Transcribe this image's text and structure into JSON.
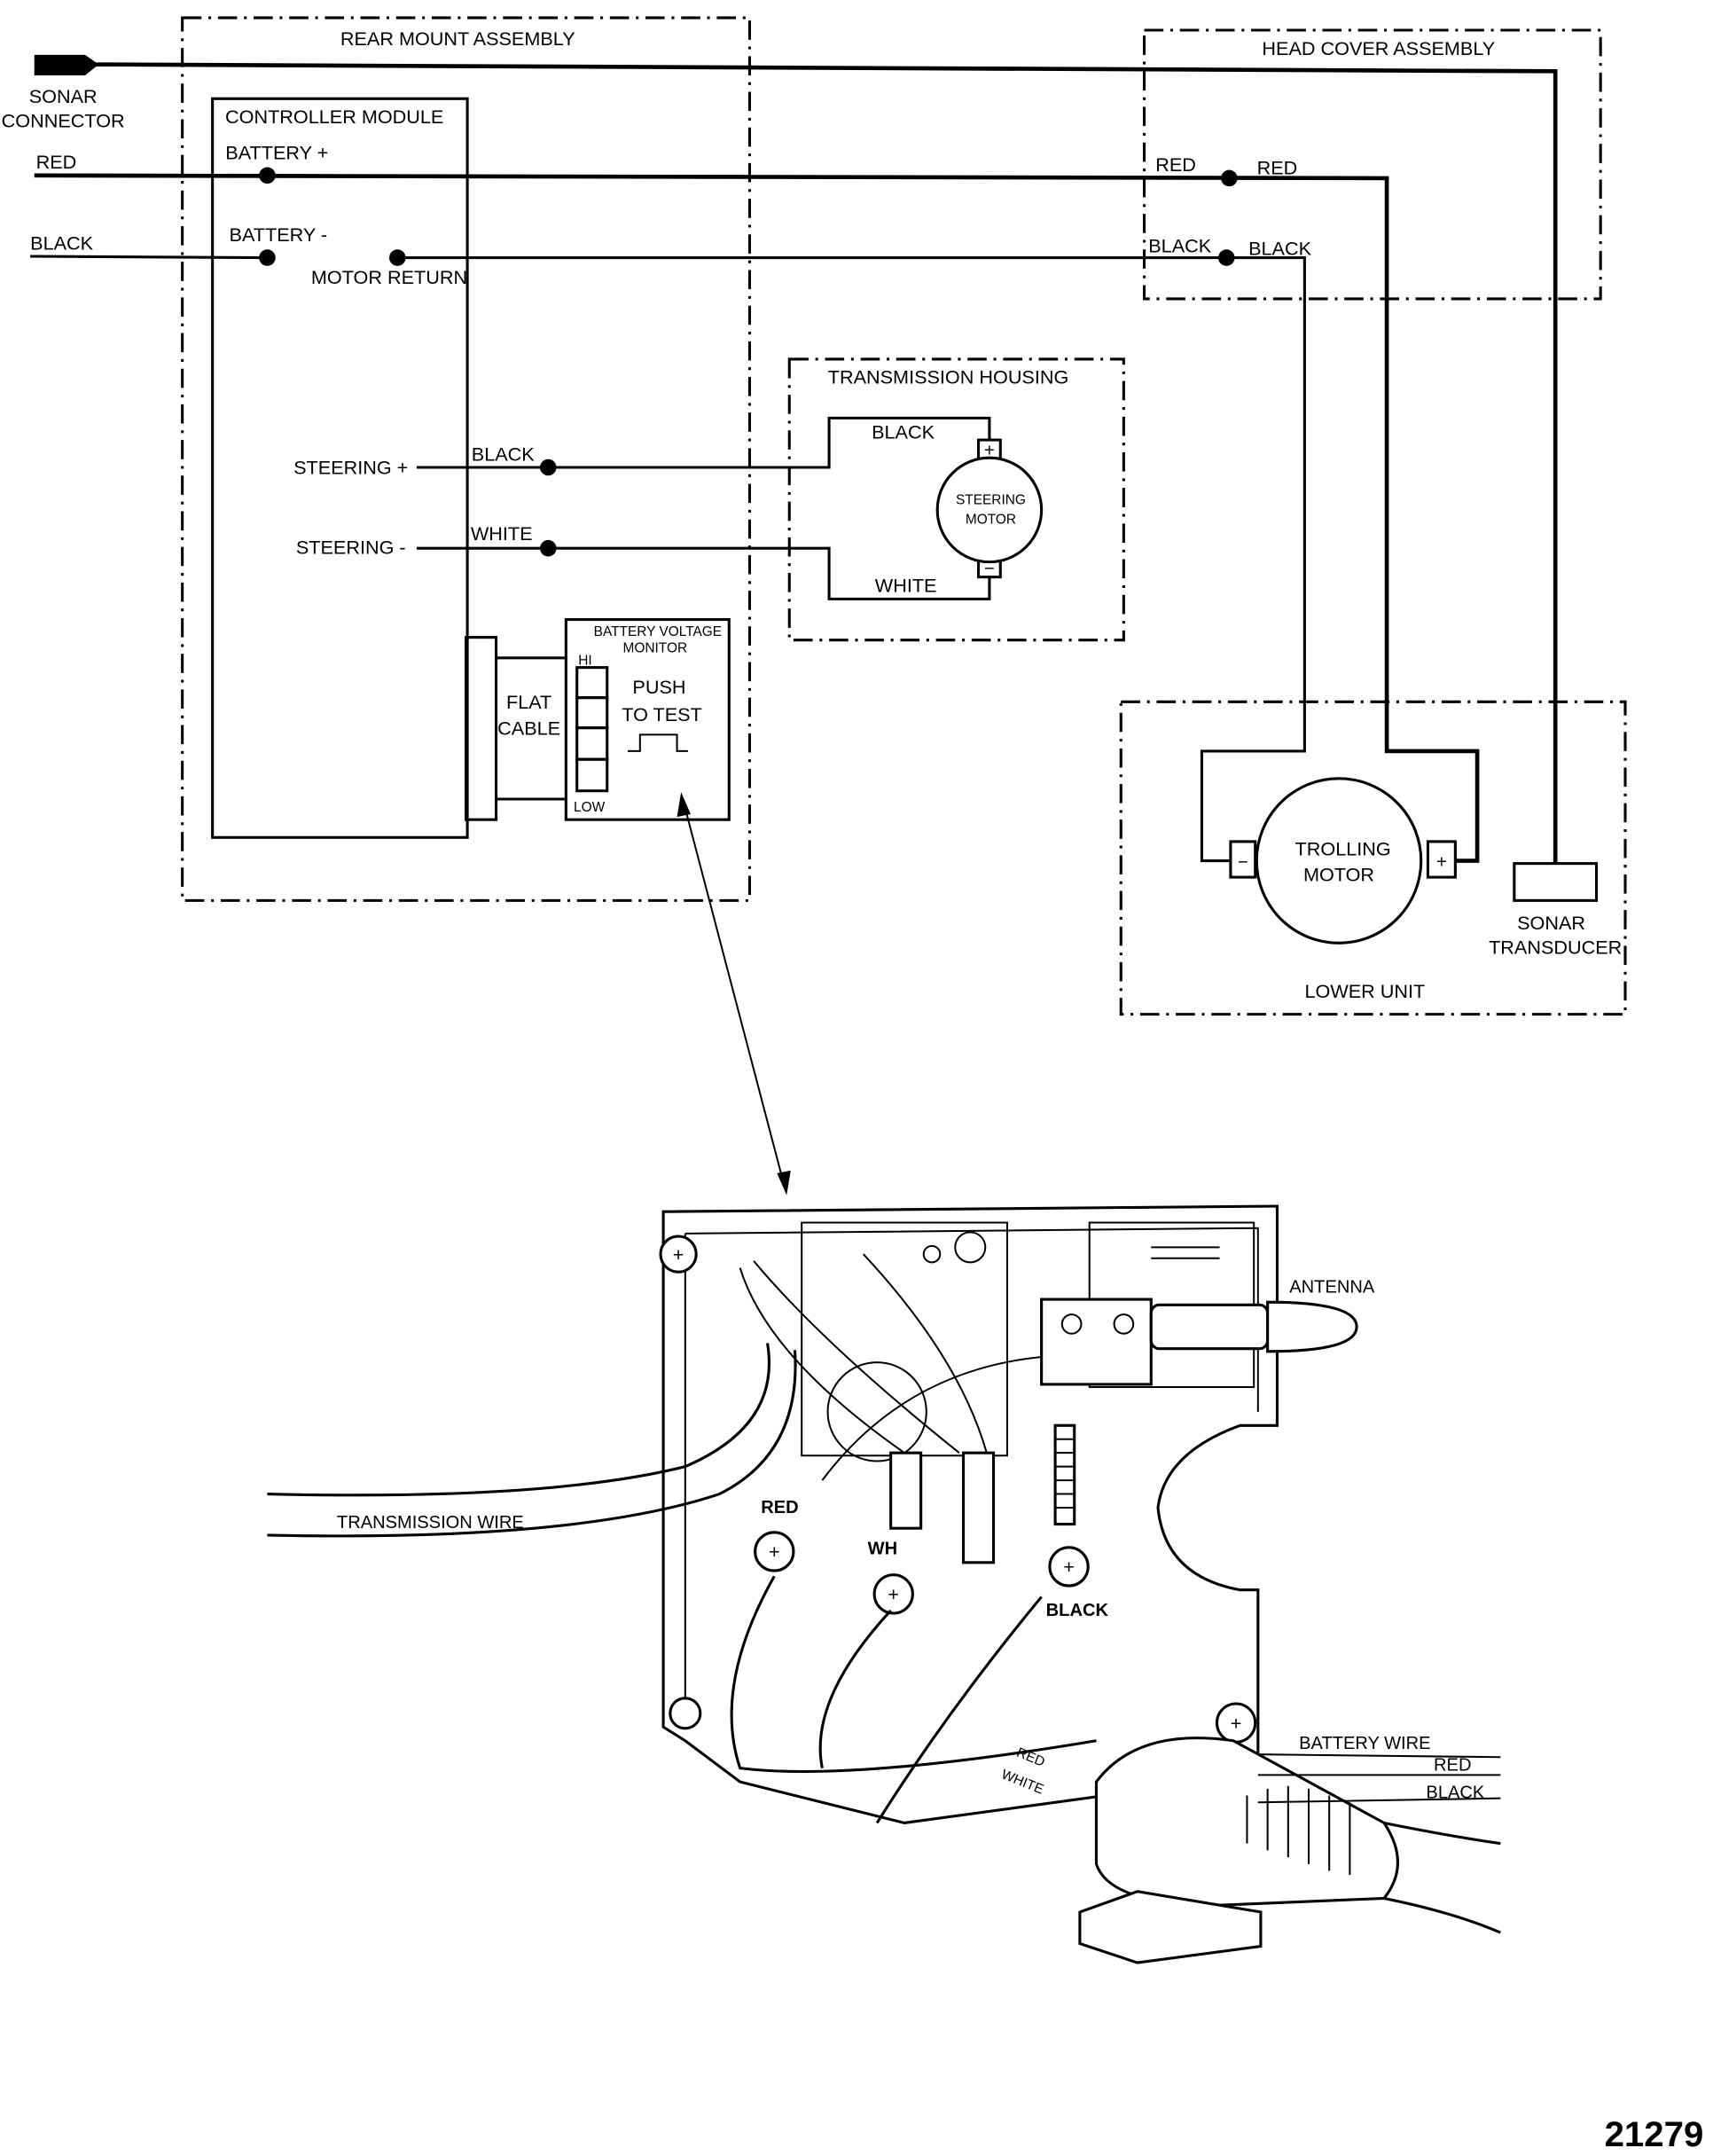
{
  "diagram": {
    "figure_number": "21279",
    "rear_mount": {
      "title": "REAR MOUNT ASSEMBLY"
    },
    "sonar_connector": {
      "line1": "SONAR",
      "line2": "CONNECTOR"
    },
    "input_wires": {
      "red": "RED",
      "black": "BLACK"
    },
    "controller": {
      "title": "CONTROLLER MODULE",
      "battery_pos": "BATTERY +",
      "battery_neg": "BATTERY -",
      "motor_return": "MOTOR RETURN",
      "steering_pos": "STEERING +",
      "steering_neg": "STEERING -",
      "steering_pos_wire": "BLACK",
      "steering_neg_wire": "WHITE"
    },
    "flat_cable": {
      "line1": "FLAT",
      "line2": "CABLE"
    },
    "battery_monitor": {
      "line1": "BATTERY VOLTAGE",
      "line2": "MONITOR",
      "hi": "HI",
      "low": "LOW",
      "push1": "PUSH",
      "push2": "TO TEST"
    },
    "head_cover": {
      "title": "HEAD COVER ASSEMBLY",
      "red_in": "RED",
      "red_out": "RED",
      "black_in": "BLACK",
      "black_out": "BLACK"
    },
    "transmission": {
      "title": "TRANSMISSION HOUSING",
      "black": "BLACK",
      "white": "WHITE",
      "motor1": "STEERING",
      "motor2": "MOTOR",
      "plus": "+",
      "minus": "−"
    },
    "lower_unit": {
      "title": "LOWER UNIT",
      "motor1": "TROLLING",
      "motor2": "MOTOR",
      "plus": "+",
      "minus": "−",
      "sonar1": "SONAR",
      "sonar2": "TRANSDUCER"
    },
    "illustration": {
      "antenna": "ANTENNA",
      "transmission_wire": "TRANSMISSION WIRE",
      "red_terminal": "RED",
      "white_terminal": "WH",
      "black_terminal": "BLACK",
      "battery_wire": "BATTERY WIRE",
      "battery_red": "RED",
      "battery_black": "BLACK",
      "cable_red": "RED",
      "cable_white": "WHITE"
    }
  }
}
